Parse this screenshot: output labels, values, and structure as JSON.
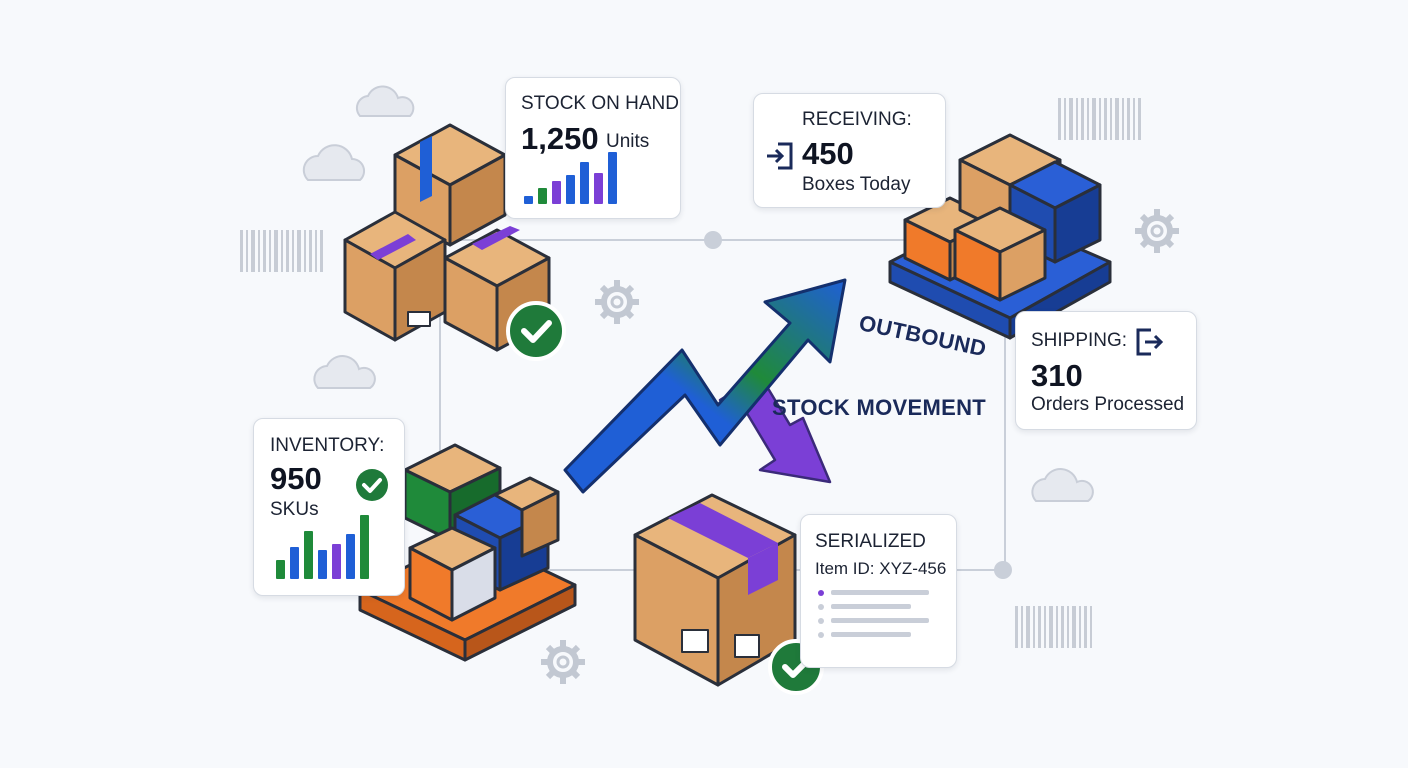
{
  "stock_on_hand": {
    "label": "STOCK ON HAND",
    "value": "1,250",
    "unit": "Units",
    "bars": [
      {
        "level": 0.15,
        "color": "#1f5fd6"
      },
      {
        "level": 0.3,
        "color": "#1f8a3a"
      },
      {
        "level": 0.45,
        "color": "#7b3fd6"
      },
      {
        "level": 0.55,
        "color": "#1f5fd6"
      },
      {
        "level": 0.8,
        "color": "#1f5fd6"
      },
      {
        "level": 0.6,
        "color": "#7b3fd6"
      },
      {
        "level": 1.0,
        "color": "#1f5fd6"
      }
    ]
  },
  "receiving": {
    "label": "RECEIVING:",
    "value": "450",
    "sub": "Boxes Today"
  },
  "shipping": {
    "label": "SHIPPING:",
    "value": "310",
    "sub": "Orders Processed"
  },
  "inventory": {
    "label": "INVENTORY:",
    "value": "950",
    "sub": "SKUs",
    "bars": [
      {
        "level": 0.3,
        "color": "#1f8a3a"
      },
      {
        "level": 0.5,
        "color": "#1f5fd6"
      },
      {
        "level": 0.75,
        "color": "#1f8a3a"
      },
      {
        "level": 0.45,
        "color": "#1f5fd6"
      },
      {
        "level": 0.55,
        "color": "#7b3fd6"
      },
      {
        "level": 0.7,
        "color": "#1f5fd6"
      },
      {
        "level": 1.0,
        "color": "#1f8a3a"
      }
    ]
  },
  "serialized": {
    "label": "SERIALIZED",
    "item": "Item ID: XYZ-456"
  },
  "flow": {
    "outbound": "OUTBOUND",
    "movement": "STOCK MOVEMENT"
  },
  "colors": {
    "box": "#dca064",
    "box_dark": "#c4874c",
    "box_top": "#e8b57c",
    "tape_purple": "#7b3fd6",
    "tape_blue": "#1f5fd6",
    "pallet_blue": "#2a5fd6",
    "pallet_orange": "#f07a2a",
    "check_green": "#1f7a3a",
    "arrow_blue": "#1f5fd6",
    "arrow_purple": "#7b3fd6"
  },
  "icons": [
    "cloud-icon",
    "gear-icon",
    "barcode-icon",
    "check-icon",
    "login-icon",
    "logout-icon"
  ]
}
